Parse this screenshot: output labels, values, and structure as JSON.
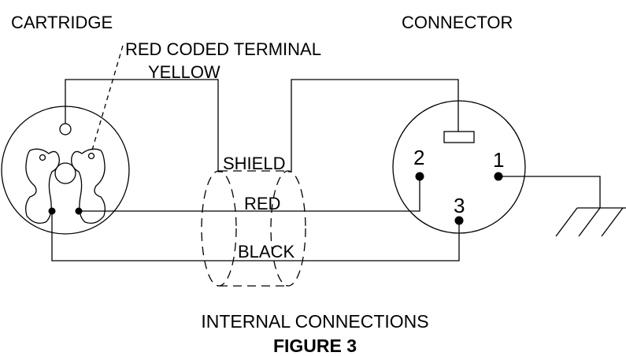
{
  "labels": {
    "cartridge": "CARTRIDGE",
    "connector": "CONNECTOR",
    "red_coded_terminal": "RED CODED TERMINAL",
    "yellow": "YELLOW",
    "shield": "SHIELD",
    "red": "RED",
    "black": "BLACK"
  },
  "pins": {
    "pin1": "1",
    "pin2": "2",
    "pin3": "3"
  },
  "caption": {
    "title": "INTERNAL CONNECTIONS",
    "figure": "FIGURE 3"
  },
  "colors": {
    "line": "#000000",
    "background": "#ffffff"
  }
}
